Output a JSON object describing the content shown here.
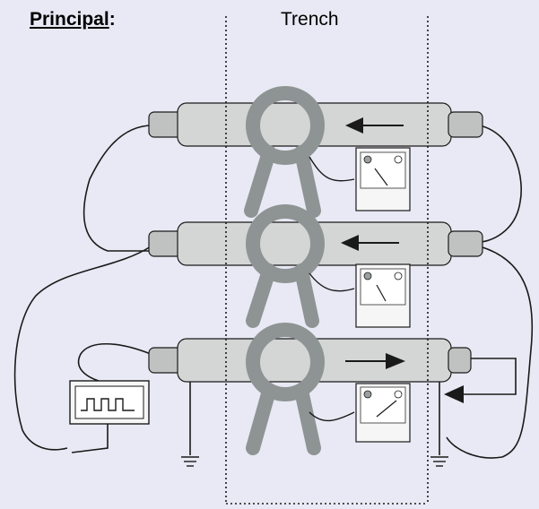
{
  "header": {
    "title_word": "Principal",
    "title_colon": ":",
    "trench_label": "Trench"
  },
  "colors": {
    "background": "#e8e9f4",
    "pipe_fill": "#d4d6d5",
    "pipe_end": "#bfc2c0",
    "clamp": "#8e9493",
    "wire": "#1a1a1a",
    "trench_border": "#1a1a1a"
  },
  "pipes": [
    {
      "id": "top",
      "flow_direction": "left"
    },
    {
      "id": "middle",
      "flow_direction": "left"
    },
    {
      "id": "bottom",
      "flow_direction": "right"
    }
  ],
  "icons": {
    "generator_waveform": "square-wave-icon",
    "ground": "ground-symbol-icon",
    "meter": "analog-meter-icon"
  }
}
